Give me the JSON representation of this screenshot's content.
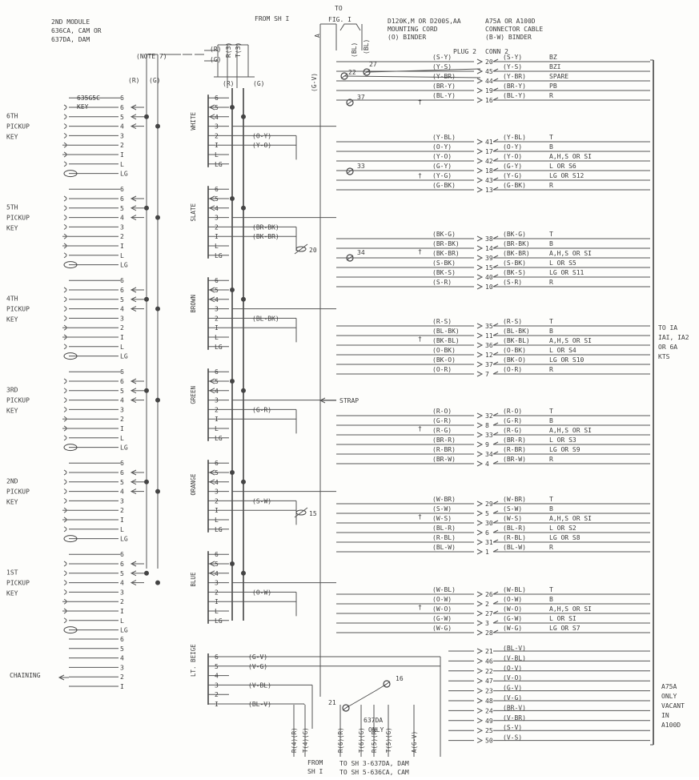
{
  "header": {
    "module": [
      "2ND MODULE",
      "636CA, CAM OR",
      "637DA, DAM"
    ],
    "from_sh": "FROM SH I",
    "to_fig": [
      "TO",
      "FIG. I"
    ],
    "mounting_cord": [
      "D120K,M OR D200S,AA",
      "MOUNTING CORD",
      "(O) BINDER"
    ],
    "connector_cable": [
      "A75A OR A100D",
      "CONNECTOR CABLE",
      "(B-W) BINDER"
    ],
    "plug": "PLUG 2",
    "conn": "CONN 2",
    "note7": "(NOTE 7)",
    "key_type": [
      "635G5C",
      "KEY"
    ],
    "bl_labels": [
      "(BL)",
      "(BL)"
    ],
    "rr": [
      "(R)",
      "(G)"
    ],
    "rg_pair": [
      "(R)",
      "(G)"
    ],
    "a_label": "A",
    "gv_label": "(G-V)",
    "r3": "R(3)",
    "t3": "T(3)",
    "r_label": "(R)",
    "g_label": "(G)"
  },
  "keys": [
    {
      "name": [
        "6TH",
        "PICKUP",
        "KEY"
      ]
    },
    {
      "name": [
        "5TH",
        "PICKUP",
        "KEY"
      ]
    },
    {
      "name": [
        "4TH",
        "PICKUP",
        "KEY"
      ]
    },
    {
      "name": [
        "3RD",
        "PICKUP",
        "KEY"
      ]
    },
    {
      "name": [
        "2ND",
        "PICKUP",
        "KEY"
      ]
    },
    {
      "name": [
        "1ST",
        "PICKUP",
        "KEY"
      ]
    }
  ],
  "key_pins": [
    "6",
    "5",
    "4",
    "3",
    "2",
    "I",
    "L",
    "LG"
  ],
  "chaining": {
    "label": "CHAINING",
    "pins": [
      "6",
      "5",
      "4",
      "3",
      "2",
      "I"
    ]
  },
  "groups": [
    {
      "color": "WHITE",
      "pair_labels": [
        "(O-Y)",
        "(Y-O)"
      ],
      "term_post": "37",
      "term_mid": "33",
      "plug_top": [
        [
          "(S-Y)",
          "20"
        ],
        [
          "(Y-S)",
          "45"
        ],
        [
          "(Y-BR)",
          "44"
        ],
        [
          "(BR-Y)",
          "19"
        ],
        [
          "(BL-Y)",
          "16"
        ]
      ],
      "plug_bottom": [
        [
          "(Y-BL)",
          "41"
        ],
        [
          "(O-Y)",
          "17"
        ],
        [
          "(Y-O)",
          "42"
        ],
        [
          "(G-Y)",
          "18"
        ],
        [
          "(Y-G)",
          "43"
        ],
        [
          "(G-BK)",
          "13"
        ]
      ],
      "conn_top": [
        [
          "(S-Y)",
          "BZ"
        ],
        [
          "(Y-S)",
          "BZI"
        ],
        [
          "(Y-BR)",
          "SPARE"
        ],
        [
          "(BR-Y)",
          "PB"
        ],
        [
          "(BL-Y)",
          "R"
        ]
      ],
      "conn_bottom": [
        [
          "(Y-BL)",
          "T"
        ],
        [
          "(O-Y)",
          "B"
        ],
        [
          "(Y-O)",
          "A,H,S OR SI"
        ],
        [
          "(G-Y)",
          "L OR S6"
        ],
        [
          "(Y-G)",
          "LG OR S12"
        ],
        [
          "(G-BK)",
          "R"
        ]
      ]
    },
    {
      "color": "SLATE",
      "pair_labels": [
        "(BR-BK)",
        "(BK-BR)"
      ],
      "splice": "20",
      "term_mid": "34",
      "plug": [
        [
          "(BK-G)",
          "38"
        ],
        [
          "(BR-BK)",
          "14"
        ],
        [
          "(BK-BR)",
          "39"
        ],
        [
          "(S-BK)",
          "15"
        ],
        [
          "(BK-S)",
          "40"
        ],
        [
          "(S-R)",
          "10"
        ]
      ],
      "conn": [
        [
          "(BK-G)",
          "T"
        ],
        [
          "(BR-BK)",
          "B"
        ],
        [
          "(BK-BR)",
          "A,H,S OR SI"
        ],
        [
          "(S-BK)",
          "L OR S5"
        ],
        [
          "(BK-S)",
          "LG OR S11"
        ],
        [
          "(S-R)",
          "R"
        ]
      ]
    },
    {
      "color": "BROWN",
      "pair_labels": [
        "(BL-BK)",
        ""
      ],
      "plug": [
        [
          "(R-S)",
          "35"
        ],
        [
          "(BL-BK)",
          "11"
        ],
        [
          "(BK-BL)",
          "36"
        ],
        [
          "(O-BK)",
          "12"
        ],
        [
          "(BK-O)",
          "37"
        ],
        [
          "(O-R)",
          "7"
        ]
      ],
      "conn": [
        [
          "(R-S)",
          "T"
        ],
        [
          "(BL-BK)",
          "B"
        ],
        [
          "(BK-BL)",
          "A,H,S OR SI"
        ],
        [
          "(O-BK)",
          "L OR S4"
        ],
        [
          "(BK-O)",
          "LG OR S10"
        ],
        [
          "(O-R)",
          "R"
        ]
      ]
    },
    {
      "color": "GREEN",
      "pair_labels": [
        "(G-R)",
        ""
      ],
      "plug": [
        [
          "(R-O)",
          "32"
        ],
        [
          "(G-R)",
          "8"
        ],
        [
          "(R-G)",
          "33"
        ],
        [
          "(BR-R)",
          "9"
        ],
        [
          "(R-BR)",
          "34"
        ],
        [
          "(BR-W)",
          "4"
        ]
      ],
      "conn": [
        [
          "(R-O)",
          "T"
        ],
        [
          "(G-R)",
          "B"
        ],
        [
          "(R-G)",
          "A,H,S OR SI"
        ],
        [
          "(BR-R)",
          "L OR S3"
        ],
        [
          "(R-BR)",
          "LG OR S9"
        ],
        [
          "(BR-W)",
          "R"
        ]
      ]
    },
    {
      "color": "ORANGE",
      "pair_labels": [
        "(S-W)",
        ""
      ],
      "splice": "15",
      "plug": [
        [
          "(W-BR)",
          "29"
        ],
        [
          "(S-W)",
          "5"
        ],
        [
          "(W-S)",
          "30"
        ],
        [
          "(BL-R)",
          "6"
        ],
        [
          "(R-BL)",
          "31"
        ],
        [
          "(BL-W)",
          "1"
        ]
      ],
      "conn": [
        [
          "(W-BR)",
          "T"
        ],
        [
          "(S-W)",
          "B"
        ],
        [
          "(W-S)",
          "A,H,S OR SI"
        ],
        [
          "(BL-R)",
          "L OR S2"
        ],
        [
          "(R-BL)",
          "LG OR S8"
        ],
        [
          "(BL-W)",
          "R"
        ]
      ]
    },
    {
      "color": "BLUE",
      "pair_labels": [
        "(O-W)",
        ""
      ],
      "plug": [
        [
          "(W-BL)",
          "26"
        ],
        [
          "(O-W)",
          "2"
        ],
        [
          "(W-O)",
          "27"
        ],
        [
          "(G-W)",
          "3"
        ],
        [
          "(W-G)",
          "28"
        ]
      ],
      "conn": [
        [
          "(W-BL)",
          "T"
        ],
        [
          "(O-W)",
          "B"
        ],
        [
          "(W-O)",
          "A,H,S OR SI"
        ],
        [
          "(G-W)",
          "L OR SI"
        ],
        [
          "(W-G)",
          "LG OR S7"
        ]
      ]
    },
    {
      "color": "LT. BEIGE",
      "pair_labels": [
        "(G-V)",
        "(V-G)",
        "(V-BL)",
        "(BL-V)"
      ]
    }
  ],
  "vacant": {
    "plug": [
      "21",
      "46",
      "22",
      "47",
      "23",
      "48",
      "24",
      "49",
      "25",
      "50"
    ],
    "conn": [
      "(BL-V)",
      "(V-BL)",
      "(O-V)",
      "(V-O)",
      "(G-V)",
      "(V-G)",
      "(BR-V)",
      "(V-BR)",
      "(S-V)",
      "(V-S)"
    ],
    "note": [
      "A75A",
      "ONLY",
      "VACANT",
      "IN",
      "A100D"
    ]
  },
  "to_kts": [
    "TO IA",
    "IAI, IA2",
    "OR 6A",
    "KTS"
  ],
  "strap": "STRAP",
  "term_27": "27",
  "term_22": "22",
  "dagger": "†",
  "sh637_only": [
    "637DA",
    "ONLY"
  ],
  "term_16": "16",
  "term_21": "21",
  "bottom_vert": [
    "R(4)(R)",
    "T(4)(G)",
    "R(6)(R)",
    "T(6)(G)",
    "R(5)(R)",
    "T(5)(G)",
    "A(G-V)"
  ],
  "footer": {
    "from": [
      "FROM",
      "SH I"
    ],
    "to": [
      "TO  SH 3-637DA, DAM",
      "TO  SH 5-636CA, CAM"
    ]
  }
}
